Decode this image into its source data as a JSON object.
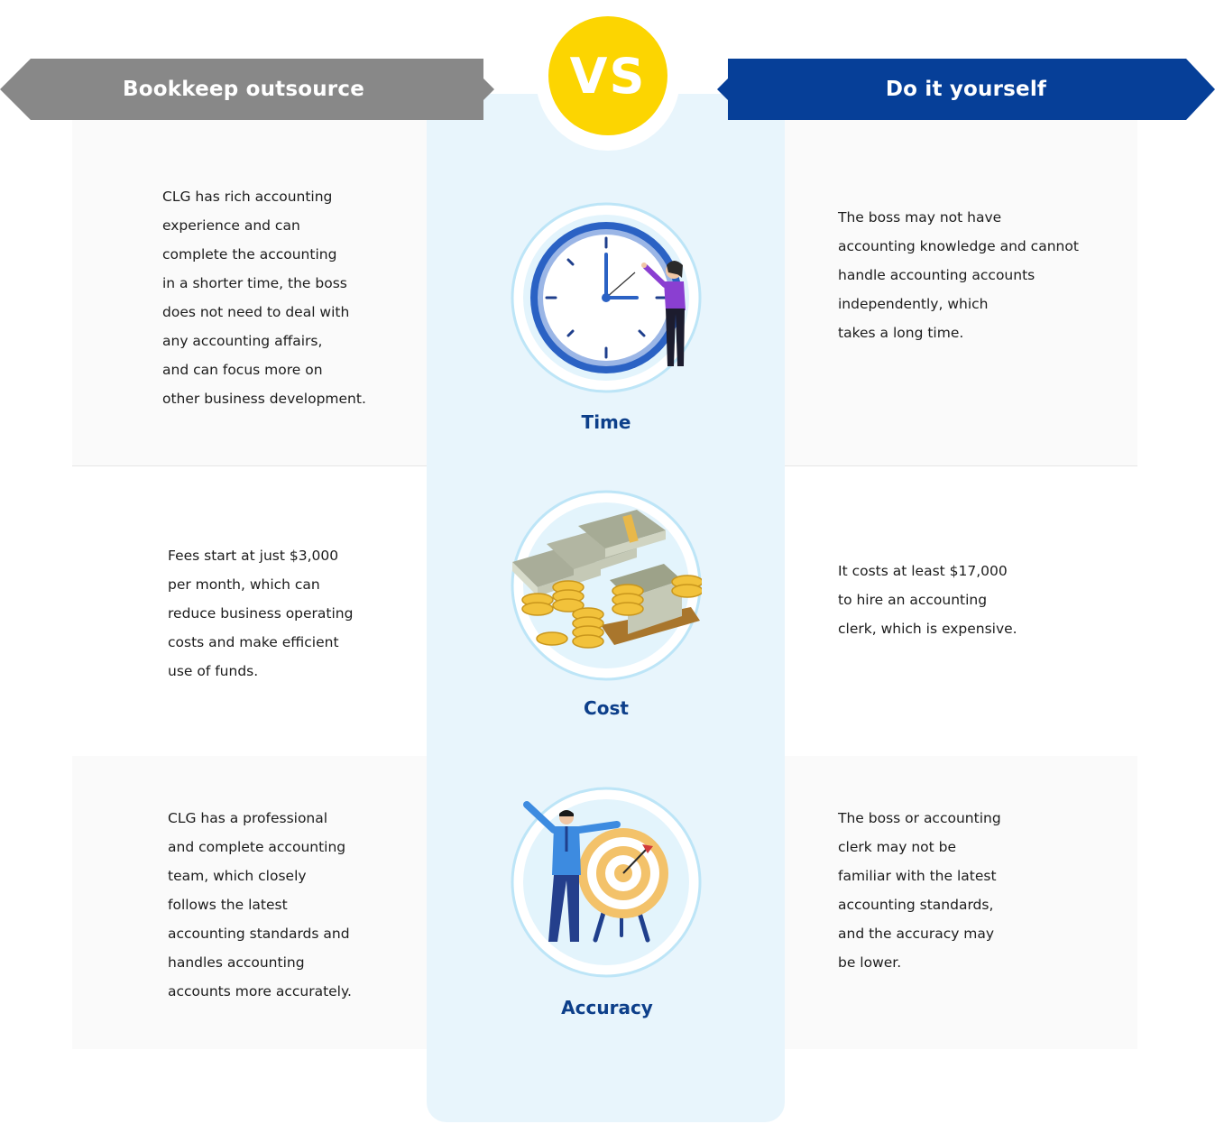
{
  "header": {
    "left_label": "Bookkeep outsource",
    "right_label": "Do it yourself",
    "vs_label": "VS"
  },
  "colors": {
    "left_banner": "#888888",
    "right_banner": "#063f98",
    "vs_badge": "#fcd501",
    "category_text": "#0d3f8a",
    "center_column": "#e8f5fc"
  },
  "rows": [
    {
      "category": "Time",
      "icon": "clock-icon",
      "left_text": "CLG has rich accounting\nexperience and can\ncomplete the accounting\nin a shorter time, the boss\ndoes not need to deal with\nany accounting affairs,\nand can focus more on\nother business development.",
      "right_text": "The boss may not have\naccounting knowledge and cannot\nhandle accounting accounts\nindependently, which\ntakes a long time."
    },
    {
      "category": "Cost",
      "icon": "money-icon",
      "left_text": "Fees start at just $3,000\nper month, which can\nreduce business operating\ncosts and make efficient\nuse of funds.",
      "right_text": "It costs at least $17,000\nto hire an accounting\nclerk, which is expensive."
    },
    {
      "category": "Accuracy",
      "icon": "target-icon",
      "left_text": "CLG has a professional\nand complete accounting\nteam, which closely\nfollows the latest\naccounting standards and\nhandles accounting\naccounts more accurately.",
      "right_text": "The boss or accounting\nclerk may not be\nfamiliar with the latest\naccounting standards,\nand the accuracy may\nbe lower."
    }
  ]
}
